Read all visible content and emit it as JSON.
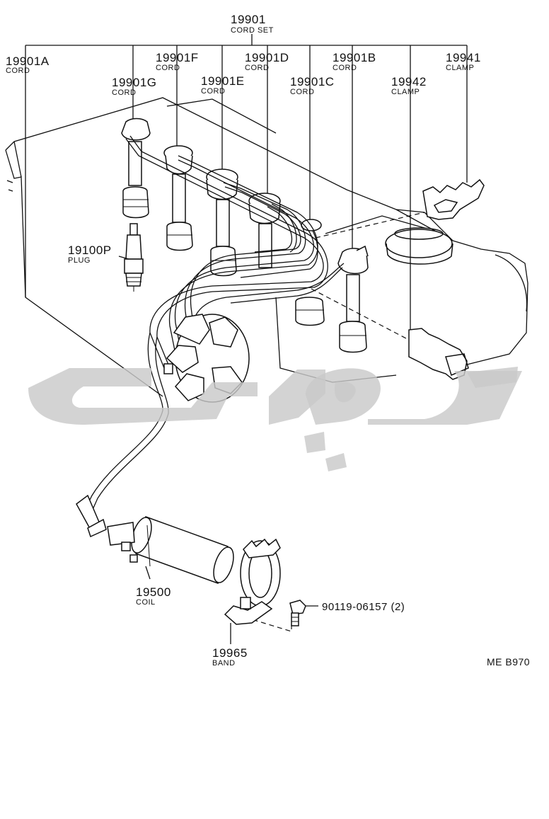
{
  "diagram": {
    "callouts": {
      "cord_set": {
        "part_no": "19901",
        "name": "CORD SET"
      },
      "cord_a": {
        "part_no": "19901A",
        "name": "CORD"
      },
      "cord_f": {
        "part_no": "19901F",
        "name": "CORD"
      },
      "cord_d": {
        "part_no": "19901D",
        "name": "CORD"
      },
      "cord_b": {
        "part_no": "19901B",
        "name": "CORD"
      },
      "clamp_1": {
        "part_no": "19941",
        "name": "CLAMP"
      },
      "cord_g": {
        "part_no": "19901G",
        "name": "CORD"
      },
      "cord_e": {
        "part_no": "19901E",
        "name": "CORD"
      },
      "cord_c": {
        "part_no": "19901C",
        "name": "CORD"
      },
      "clamp_2": {
        "part_no": "19942",
        "name": "CLAMP"
      },
      "plug": {
        "part_no": "19100P",
        "name": "PLUG"
      },
      "coil": {
        "part_no": "19500",
        "name": "COIL"
      },
      "band": {
        "part_no": "19965",
        "name": "BAND"
      },
      "bolt": {
        "part_no": "90119-06157 (2)"
      }
    },
    "diagram_code": "ME B970"
  }
}
